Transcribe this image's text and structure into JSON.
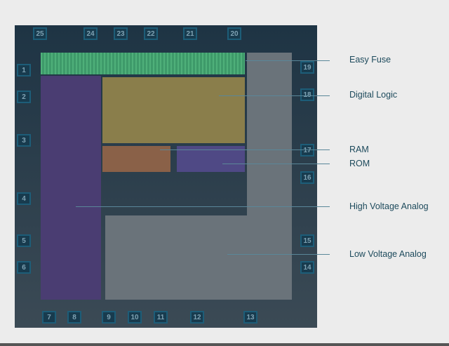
{
  "title": "Chip layout regions",
  "labels": {
    "easy_fuse": "Easy Fuse",
    "digital_logic": "Digital Logic",
    "ram": "RAM",
    "rom": "ROM",
    "hv_analog": "High Voltage Analog",
    "lv_analog": "Low Voltage Analog"
  },
  "pins": {
    "top": [
      "25",
      "24",
      "23",
      "22",
      "21",
      "20"
    ],
    "left": [
      "1",
      "2",
      "3",
      "4",
      "5",
      "6"
    ],
    "right": [
      "19",
      "18",
      "17",
      "16",
      "15",
      "14"
    ],
    "bottom": [
      "7",
      "8",
      "9",
      "10",
      "11",
      "12",
      "13"
    ]
  },
  "colors": {
    "easy_fuse": "#3e9a6a",
    "digital_logic": "#8a7e4b",
    "ram": "#8a6148",
    "rom": "#4f4985",
    "hv_analog": "#4a3d72",
    "lv_analog": "#6a737a"
  }
}
